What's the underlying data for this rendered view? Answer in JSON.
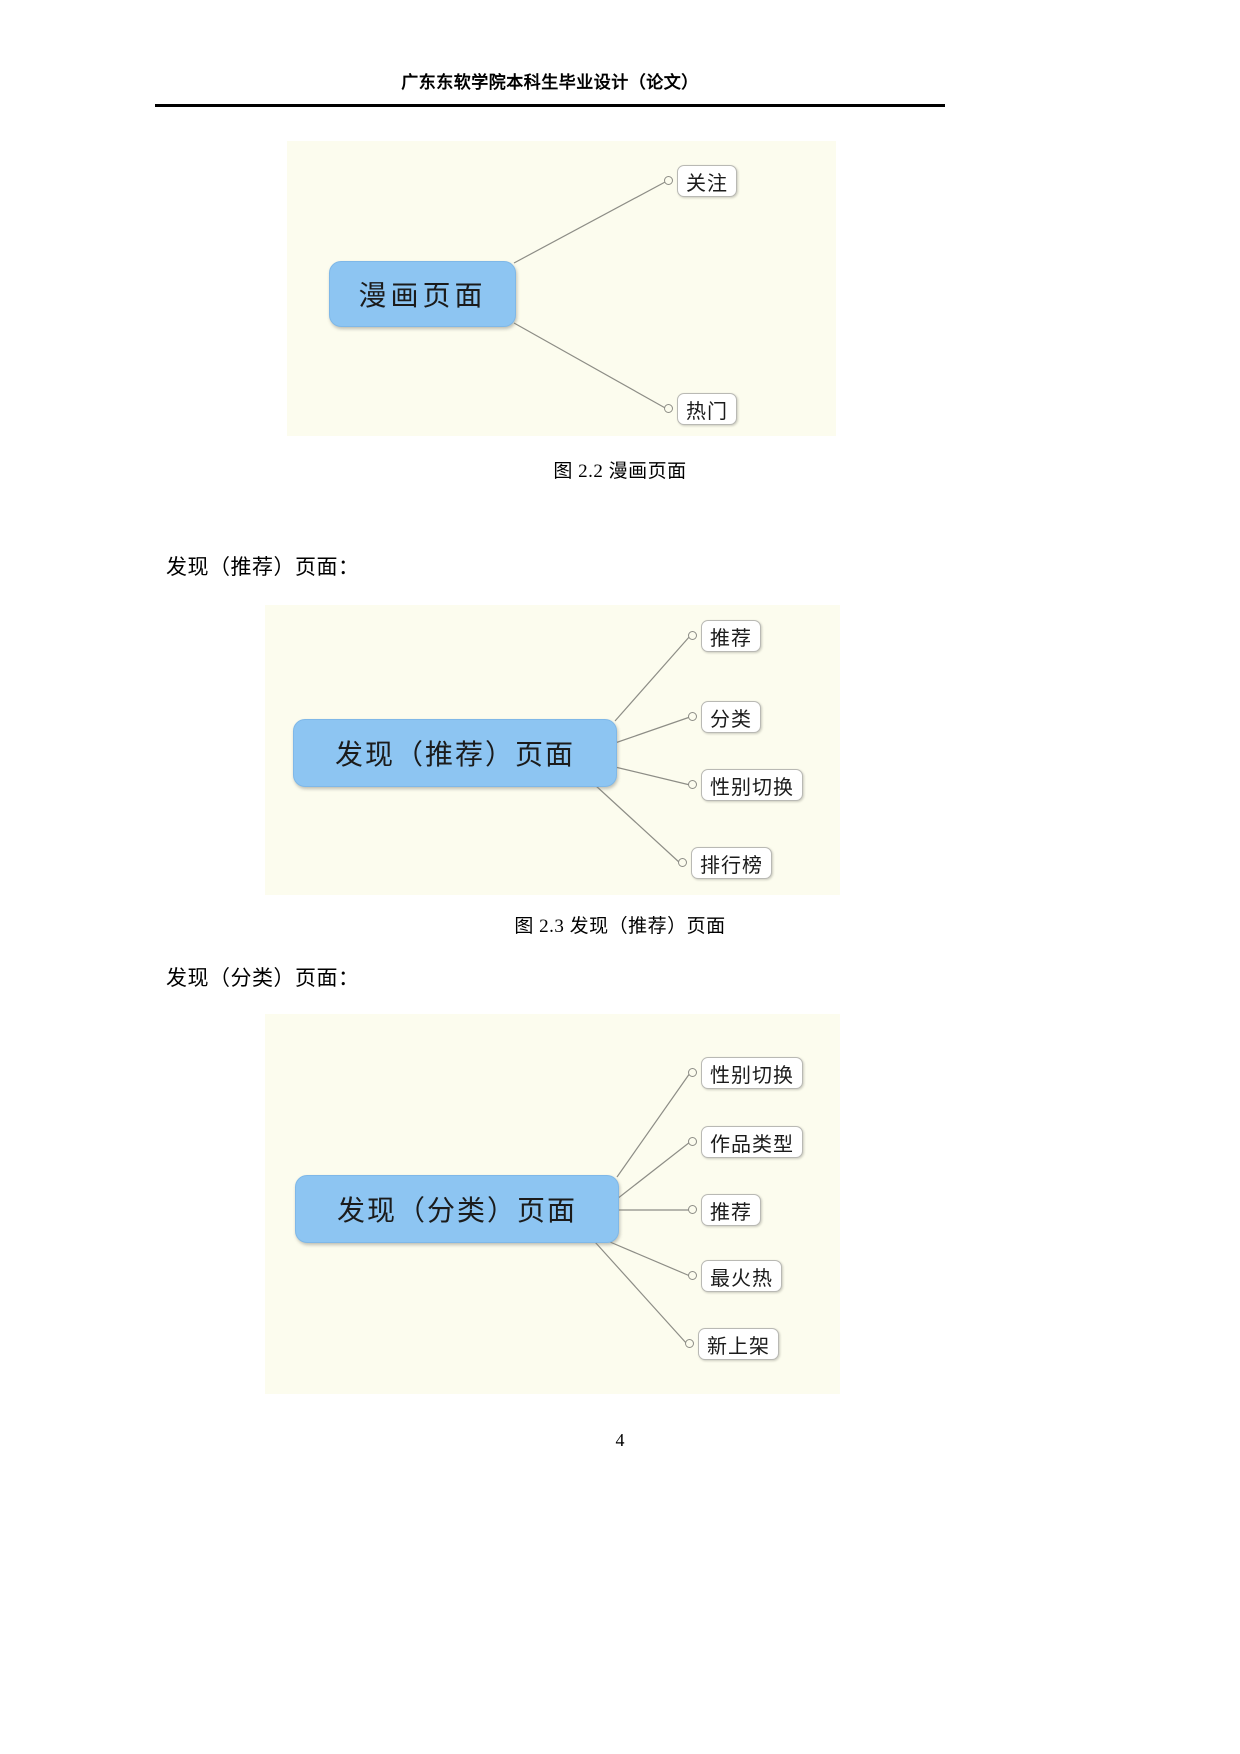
{
  "header": {
    "title": "广东东软学院本科生毕业设计（论文）"
  },
  "page_number": "4",
  "paragraphs": {
    "recommend_intro": "发现（推荐）页面：",
    "category_intro": "发现（分类）页面："
  },
  "captions": {
    "fig_2_2": "图 2.2 漫画页面",
    "fig_2_3": "图 2.3 发现（推荐）页面"
  },
  "figures": [
    {
      "id": "fig-2-2",
      "center": "漫画页面",
      "branches": [
        "关注",
        "热门"
      ],
      "background_color": "#FCFCEE",
      "node_color": "#8DC5F2"
    },
    {
      "id": "fig-2-3",
      "center": "发现（推荐）页面",
      "branches": [
        "推荐",
        "分类",
        "性别切换",
        "排行榜"
      ],
      "background_color": "#FCFCEE",
      "node_color": "#8DC5F2"
    },
    {
      "id": "fig-2-4",
      "center": "发现（分类）页面",
      "branches": [
        "性别切换",
        "作品类型",
        "推荐",
        "最火热",
        "新上架"
      ],
      "background_color": "#FCFCEE",
      "node_color": "#8DC5F2"
    }
  ]
}
